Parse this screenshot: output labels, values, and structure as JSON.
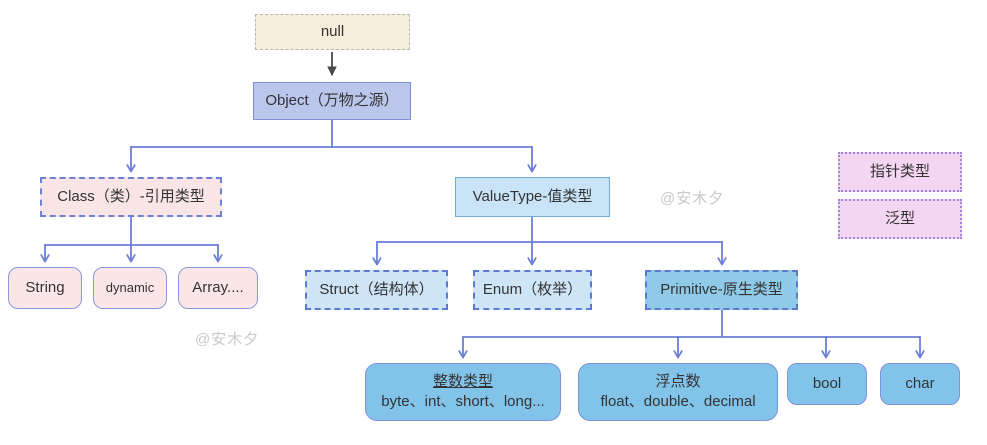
{
  "diagram": {
    "title_hint": "C# type hierarchy diagram",
    "nodes": {
      "null": {
        "label": "null"
      },
      "object": {
        "label": "Object（万物之源）"
      },
      "class": {
        "label": "Class（类）-引用类型"
      },
      "valuetype": {
        "label": "ValueType-值类型"
      },
      "pointer": {
        "label": "指针类型"
      },
      "generic": {
        "label": "泛型"
      },
      "string": {
        "label": "String"
      },
      "dynamic": {
        "label": "dynamic"
      },
      "array": {
        "label": "Array...."
      },
      "struct": {
        "label": "Struct（结构体）"
      },
      "enum": {
        "label": "Enum（枚举）"
      },
      "primitive": {
        "label": "Primitive-原生类型"
      },
      "integer": {
        "title": "整数类型",
        "subtitle": "byte、int、short、long..."
      },
      "float": {
        "title": "浮点数",
        "subtitle": "float、double、decimal"
      },
      "bool": {
        "label": "bool"
      },
      "char": {
        "label": "char"
      }
    },
    "edges": [
      "null->object",
      "object->class",
      "object->valuetype",
      "class->string",
      "class->dynamic",
      "class->array",
      "valuetype->struct",
      "valuetype->enum",
      "valuetype->primitive",
      "primitive->integer",
      "primitive->float",
      "primitive->bool",
      "primitive->char"
    ],
    "watermarks": {
      "right": "@安木夕",
      "left": "@安木夕"
    },
    "colors": {
      "connector": "#6b7ed8",
      "null_arrow": "#4a4a4a",
      "null_fill": "#f5eedc",
      "object_fill": "#bac6ec",
      "pink_fill": "#fbe6e7",
      "class_fill": "#fae5e6",
      "light_blue_fill": "#cde5f6",
      "primitive_fill": "#90cae9",
      "leaf_blue_fill": "#82c3ea",
      "pointer_fill": "#f4d5f2",
      "text": "#333333",
      "watermark": "#c9c9c9"
    }
  }
}
